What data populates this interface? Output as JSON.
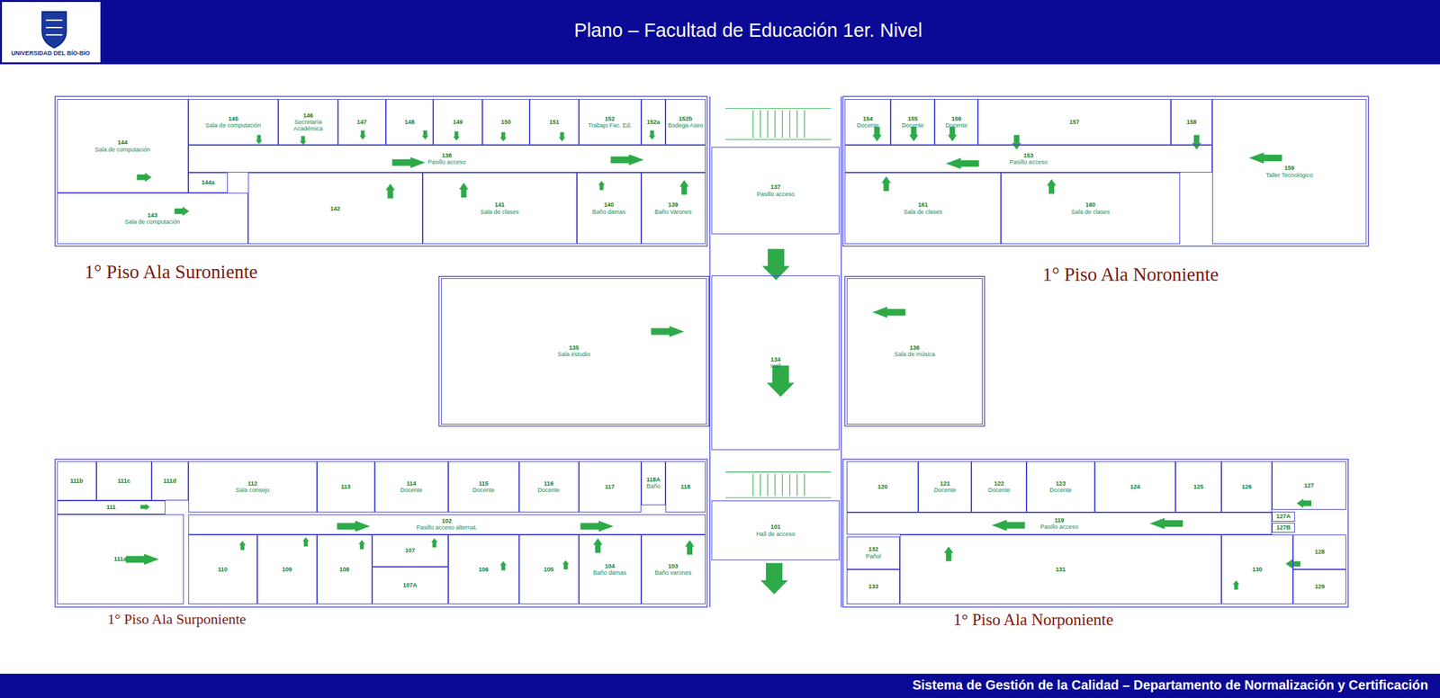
{
  "diagram": {
    "title": "Plano – Facultad de Educación 1er. Nivel",
    "nodes": [
      {
        "text": [
          "144",
          "Sala de computación"
        ]
      },
      {
        "text": [
          "145",
          "Sala de computación"
        ]
      },
      {
        "text": [
          "146",
          "Secretaría Académica"
        ]
      },
      {
        "text": [
          "147"
        ]
      },
      {
        "text": [
          "148"
        ]
      },
      {
        "text": [
          "149"
        ]
      },
      {
        "text": [
          "150"
        ]
      },
      {
        "text": [
          "151"
        ]
      },
      {
        "text": [
          "152",
          "Trabajo Fac. Ed."
        ]
      },
      {
        "text": [
          "152a"
        ]
      },
      {
        "text": [
          "152b",
          "Bodega Aseo"
        ]
      },
      {
        "text": [
          "138",
          "Pasillo acceso"
        ]
      },
      {
        "text": [
          "144a"
        ]
      },
      {
        "text": [
          "143",
          "Sala de computación"
        ]
      },
      {
        "text": [
          "142"
        ]
      },
      {
        "text": [
          "141",
          "Sala de clases"
        ]
      },
      {
        "text": [
          "140",
          "Baño damas"
        ]
      },
      {
        "text": [
          "139",
          "Baño Varones"
        ]
      },
      {
        "text": [
          "137",
          "Pasillo acceso"
        ]
      },
      {
        "text": [
          "154",
          "Docente"
        ]
      },
      {
        "text": [
          "155",
          "Docente"
        ]
      },
      {
        "text": [
          "156",
          "Docente"
        ]
      },
      {
        "text": [
          "157"
        ]
      },
      {
        "text": [
          "158"
        ]
      },
      {
        "text": [
          "153",
          "Pasillo acceso"
        ]
      },
      {
        "text": [
          "161",
          "Sala de clases"
        ]
      },
      {
        "text": [
          "160",
          "Sala de clases"
        ]
      },
      {
        "text": [
          "159",
          "Taller Tecnológico"
        ]
      },
      {
        "text": [
          "135",
          "Sala estudio"
        ]
      },
      {
        "text": [
          "134",
          "Hall"
        ]
      },
      {
        "text": [
          "136",
          "Sala de música"
        ]
      },
      {
        "text": [
          "111b"
        ]
      },
      {
        "text": [
          "111c"
        ]
      },
      {
        "text": [
          "111d"
        ]
      },
      {
        "text": [
          "112",
          "Sala consejo"
        ]
      },
      {
        "text": [
          "113"
        ]
      },
      {
        "text": [
          "114",
          "Docente"
        ]
      },
      {
        "text": [
          "115",
          "Docente"
        ]
      },
      {
        "text": [
          "116",
          "Docente"
        ]
      },
      {
        "text": [
          "117"
        ]
      },
      {
        "text": [
          "118A",
          "Baño"
        ]
      },
      {
        "text": [
          "118"
        ]
      },
      {
        "text": [
          "111"
        ]
      },
      {
        "text": [
          "102",
          "Pasillo acceso alternat."
        ]
      },
      {
        "text": [
          "111a"
        ]
      },
      {
        "text": [
          "110"
        ]
      },
      {
        "text": [
          "109"
        ]
      },
      {
        "text": [
          "108"
        ]
      },
      {
        "text": [
          "107"
        ]
      },
      {
        "text": [
          "107A"
        ]
      },
      {
        "text": [
          "106"
        ]
      },
      {
        "text": [
          "105"
        ]
      },
      {
        "text": [
          "104",
          "Baño damas"
        ]
      },
      {
        "text": [
          "103",
          "Baño varones"
        ]
      },
      {
        "text": [
          "101",
          "Hall de acceso"
        ]
      },
      {
        "text": [
          "120"
        ]
      },
      {
        "text": [
          "121",
          "Docente"
        ]
      },
      {
        "text": [
          "122",
          "Docente"
        ]
      },
      {
        "text": [
          "123",
          "Docente"
        ]
      },
      {
        "text": [
          "124"
        ]
      },
      {
        "text": [
          "125"
        ]
      },
      {
        "text": [
          "126"
        ]
      },
      {
        "text": [
          "127"
        ]
      },
      {
        "text": [
          "127A"
        ]
      },
      {
        "text": [
          "127B"
        ]
      },
      {
        "text": [
          "119",
          "Pasillo acceso"
        ]
      },
      {
        "text": [
          "132",
          "Pañol"
        ]
      },
      {
        "text": [
          "133"
        ]
      },
      {
        "text": [
          "131"
        ]
      },
      {
        "text": [
          "130"
        ]
      },
      {
        "text": [
          "128"
        ]
      },
      {
        "text": [
          "129"
        ]
      }
    ],
    "labels": [
      "UNIVERSIDAD DEL BÍO-BÍO",
      "1° Piso Ala Suroniente",
      "1° Piso Ala Noroniente",
      "1° Piso Ala Surponiente",
      "1° Piso Ala Norponiente",
      "Sistema de Gestión de la Calidad – Departamento de Normalización y Certificación"
    ]
  }
}
